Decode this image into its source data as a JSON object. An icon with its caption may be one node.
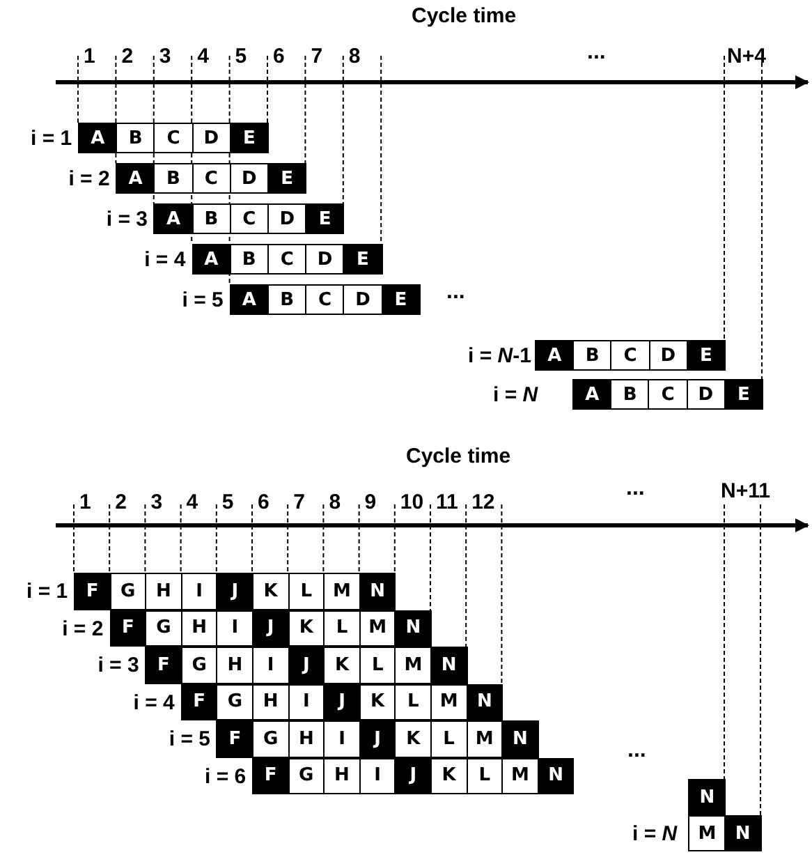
{
  "diagram": {
    "nodes": [
      {
        "text": [
          "A"
        ]
      },
      {
        "text": [
          "B"
        ]
      },
      {
        "text": [
          "C"
        ]
      },
      {
        "text": [
          "D"
        ]
      },
      {
        "text": [
          "E"
        ]
      },
      {
        "text": [
          "A"
        ]
      },
      {
        "text": [
          "B"
        ]
      },
      {
        "text": [
          "C"
        ]
      },
      {
        "text": [
          "D"
        ]
      },
      {
        "text": [
          "E"
        ]
      },
      {
        "text": [
          "A"
        ]
      },
      {
        "text": [
          "B"
        ]
      },
      {
        "text": [
          "C"
        ]
      },
      {
        "text": [
          "D"
        ]
      },
      {
        "text": [
          "E"
        ]
      },
      {
        "text": [
          "A"
        ]
      },
      {
        "text": [
          "B"
        ]
      },
      {
        "text": [
          "C"
        ]
      },
      {
        "text": [
          "D"
        ]
      },
      {
        "text": [
          "E"
        ]
      },
      {
        "text": [
          "A"
        ]
      },
      {
        "text": [
          "B"
        ]
      },
      {
        "text": [
          "C"
        ]
      },
      {
        "text": [
          "D"
        ]
      },
      {
        "text": [
          "E"
        ]
      },
      {
        "text": [
          "A"
        ]
      },
      {
        "text": [
          "B"
        ]
      },
      {
        "text": [
          "C"
        ]
      },
      {
        "text": [
          "D"
        ]
      },
      {
        "text": [
          "E"
        ]
      },
      {
        "text": [
          "A"
        ]
      },
      {
        "text": [
          "B"
        ]
      },
      {
        "text": [
          "C"
        ]
      },
      {
        "text": [
          "D"
        ]
      },
      {
        "text": [
          "E"
        ]
      },
      {
        "text": [
          "F"
        ]
      },
      {
        "text": [
          "G"
        ]
      },
      {
        "text": [
          "H"
        ]
      },
      {
        "text": [
          "I"
        ]
      },
      {
        "text": [
          "J"
        ]
      },
      {
        "text": [
          "K"
        ]
      },
      {
        "text": [
          "L"
        ]
      },
      {
        "text": [
          "M"
        ]
      },
      {
        "text": [
          "N"
        ]
      },
      {
        "text": [
          "F"
        ]
      },
      {
        "text": [
          "G"
        ]
      },
      {
        "text": [
          "H"
        ]
      },
      {
        "text": [
          "I"
        ]
      },
      {
        "text": [
          "J"
        ]
      },
      {
        "text": [
          "K"
        ]
      },
      {
        "text": [
          "L"
        ]
      },
      {
        "text": [
          "M"
        ]
      },
      {
        "text": [
          "N"
        ]
      },
      {
        "text": [
          "F"
        ]
      },
      {
        "text": [
          "G"
        ]
      },
      {
        "text": [
          "H"
        ]
      },
      {
        "text": [
          "I"
        ]
      },
      {
        "text": [
          "J"
        ]
      },
      {
        "text": [
          "K"
        ]
      },
      {
        "text": [
          "L"
        ]
      },
      {
        "text": [
          "M"
        ]
      },
      {
        "text": [
          "N"
        ]
      },
      {
        "text": [
          "F"
        ]
      },
      {
        "text": [
          "G"
        ]
      },
      {
        "text": [
          "H"
        ]
      },
      {
        "text": [
          "I"
        ]
      },
      {
        "text": [
          "J"
        ]
      },
      {
        "text": [
          "K"
        ]
      },
      {
        "text": [
          "L"
        ]
      },
      {
        "text": [
          "M"
        ]
      },
      {
        "text": [
          "N"
        ]
      },
      {
        "text": [
          "F"
        ]
      },
      {
        "text": [
          "G"
        ]
      },
      {
        "text": [
          "H"
        ]
      },
      {
        "text": [
          "I"
        ]
      },
      {
        "text": [
          "J"
        ]
      },
      {
        "text": [
          "K"
        ]
      },
      {
        "text": [
          "L"
        ]
      },
      {
        "text": [
          "M"
        ]
      },
      {
        "text": [
          "N"
        ]
      },
      {
        "text": [
          "F"
        ]
      },
      {
        "text": [
          "G"
        ]
      },
      {
        "text": [
          "H"
        ]
      },
      {
        "text": [
          "I"
        ]
      },
      {
        "text": [
          "J"
        ]
      },
      {
        "text": [
          "K"
        ]
      },
      {
        "text": [
          "L"
        ]
      },
      {
        "text": [
          "M"
        ]
      },
      {
        "text": [
          "N"
        ]
      },
      {
        "text": [
          "N"
        ]
      },
      {
        "text": [
          "M"
        ]
      },
      {
        "text": [
          "N"
        ]
      }
    ],
    "labels": [
      "Cycle time",
      "1",
      "2",
      "3",
      "4",
      "5",
      "6",
      "7",
      "8",
      "...",
      "N+4",
      "i = 1",
      "i = 2",
      "i = 3",
      "i = 4",
      "i = 5",
      "...",
      "i = *N*-1",
      "i = *N*",
      "Cycle time",
      "1",
      "2",
      "3",
      "4",
      "5",
      "6",
      "7",
      "8",
      "9",
      "10",
      "11",
      "12",
      "...",
      "N+11",
      "i = 1",
      "i = 2",
      "i = 3",
      "i = 4",
      "i = 5",
      "i = 6",
      "...",
      "i = *N*"
    ]
  }
}
